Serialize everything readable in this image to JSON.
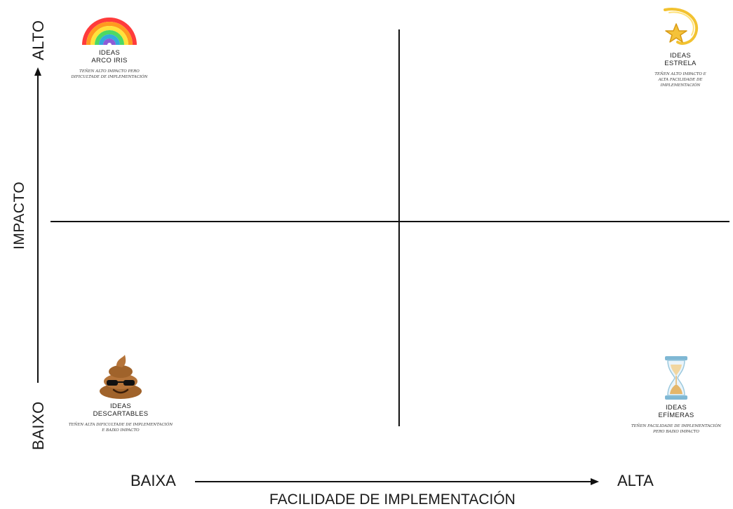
{
  "axes": {
    "y_title": "IMPACTO",
    "y_high": "ALTO",
    "y_low": "BAIXO",
    "x_title": "FACILIDADE DE IMPLEMENTACIÓN",
    "x_low": "BAIXA",
    "x_high": "ALTA"
  },
  "quadrants": {
    "top_left": {
      "icon": "rainbow-icon",
      "title_line1": "IDEAS",
      "title_line2": "ARCO IRIS",
      "desc_line1": "TEÑEN ALTO IMPACTO PERO",
      "desc_line2": "DIFICULTADE DE IMPLEMENTACIÓN"
    },
    "top_right": {
      "icon": "shooting-star-icon",
      "title_line1": "IDEAS",
      "title_line2": "ESTRELA",
      "desc_line1": "TEÑEN ALTO IMPACTO E",
      "desc_line2": "ALTA FACILIDADE DE IMPLEMENTACIÓN"
    },
    "bottom_left": {
      "icon": "poop-with-sunglasses-icon",
      "title_line1": "IDEAS",
      "title_line2": "DESCARTABLES",
      "desc_line1": "TEÑEN ALTA DIFICULTADE DE IMPLEMENTACIÓN",
      "desc_line2": "E BAIXO IMPACTO"
    },
    "bottom_right": {
      "icon": "hourglass-icon",
      "title_line1": "IDEAS",
      "title_line2": "EFÍMERAS",
      "desc_line1": "TEÑEN FACILIDADE DE IMPLEMENTACIÓN",
      "desc_line2": "PERO BAIXO IMPACTO"
    }
  },
  "colors": {
    "line": "#111111",
    "background": "#ffffff"
  }
}
